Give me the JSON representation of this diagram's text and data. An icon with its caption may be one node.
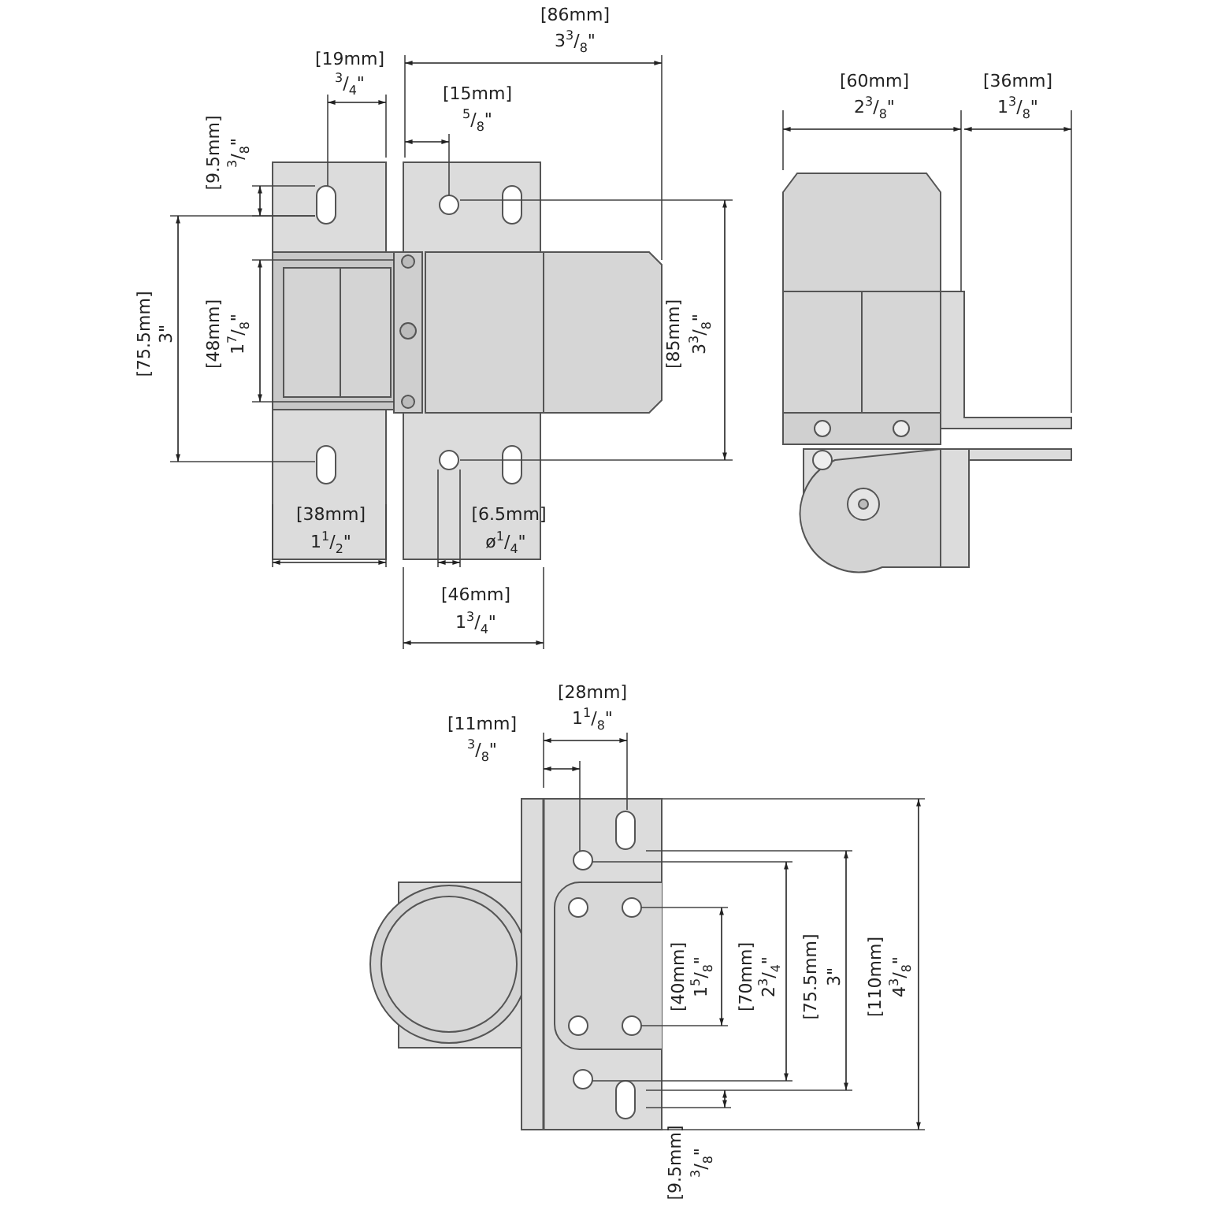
{
  "diagram": {
    "labels": [
      "[86mm]",
      "3$^{3}$/$_{8}$\"",
      "[19mm]",
      "$^{3}$/$_{4}$\"",
      "[60mm]",
      "2$^{3}$/$_{8}$\"",
      "[36mm]",
      "1$^{3}$/$_{8}$\"",
      "[15mm]",
      "$^{5}$/$_{8}$\"",
      "[9.5mm]",
      "$^{3}$/$_{8}$\"",
      "[75.5mm]",
      "3\"",
      "[48mm]",
      "1$^{7}$/$_{8}$\"",
      "[85mm]",
      "3$^{3}$/$_{8}$\"",
      "[38mm]",
      "1$^{1}$/$_{2}$\"",
      "[6.5mm]",
      "ø$^{1}$/$_{4}$\"",
      "[46mm]",
      "1$^{3}$/$_{4}$\"",
      "[28mm]",
      "1$^{1}$/$_{8}$\"",
      "[11mm]",
      "$^{3}$/$_{8}$\"",
      "[40mm]",
      "1$^{5}$/$_{8}$\"",
      "[70mm]",
      "2$^{3}$/$_{4}$\"",
      "[75.5mm]",
      "3\"",
      "[110mm]",
      "4$^{3}$/$_{8}$\"",
      "[9.5mm]",
      "$^{3}$/$_{8}$\""
    ]
  }
}
